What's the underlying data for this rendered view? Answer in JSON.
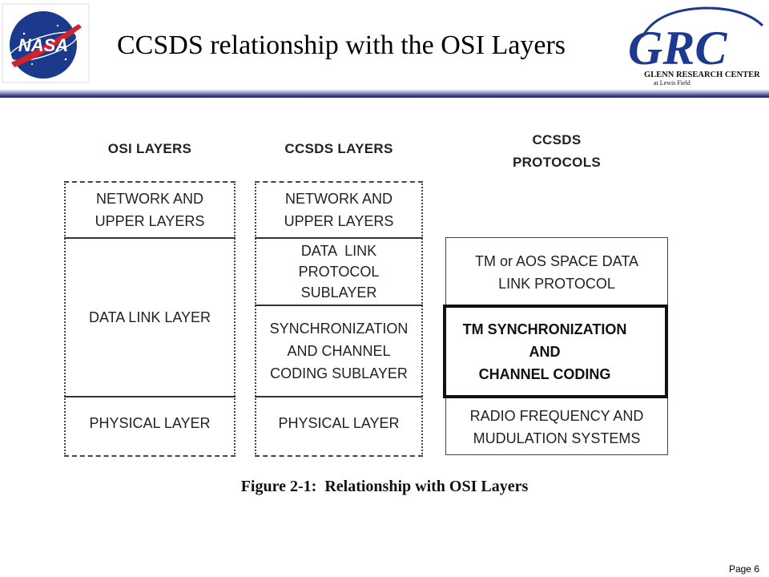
{
  "slide": {
    "title": "CCSDS relationship with the OSI Layers",
    "page": "Page 6"
  },
  "logos": {
    "nasa_text": "NASA",
    "grc_text": "GRC",
    "grc_name": "GLENN RESEARCH CENTER",
    "grc_sub": "at Lewis Field"
  },
  "colors": {
    "nasa_blue": "#1b3a8c",
    "nasa_red": "#d2232a",
    "grc_blue": "#1d3a8f",
    "rule_dark": "#2c3480",
    "rule_light": "#c8cadf"
  },
  "diagram": {
    "osi": {
      "header": "OSI LAYERS",
      "layers": [
        [
          "NETWORK AND",
          "UPPER LAYERS"
        ],
        [
          "DATA LINK LAYER"
        ],
        [
          "PHYSICAL LAYER"
        ]
      ]
    },
    "ccsds_layers": {
      "header": "CCSDS LAYERS",
      "layers": [
        [
          "NETWORK AND",
          "UPPER LAYERS"
        ],
        [
          "DATA  LINK",
          "PROTOCOL",
          "SUBLAYER"
        ],
        [
          "SYNCHRONIZATION",
          "AND CHANNEL",
          "CODING SUBLAYER"
        ],
        [
          "PHYSICAL LAYER"
        ]
      ]
    },
    "ccsds_protocols": {
      "header": [
        "CCSDS",
        "PROTOCOLS"
      ],
      "layers": [
        [
          "TM or AOS SPACE DATA",
          "LINK PROTOCOL"
        ],
        [
          "TM SYNCHRONIZATION",
          "AND",
          "CHANNEL CODING"
        ],
        [
          "RADIO FREQUENCY AND",
          "MUDULATION SYSTEMS"
        ]
      ],
      "highlighted_index": 1
    },
    "caption": "Figure 2-1:  Relationship with OSI Layers"
  }
}
